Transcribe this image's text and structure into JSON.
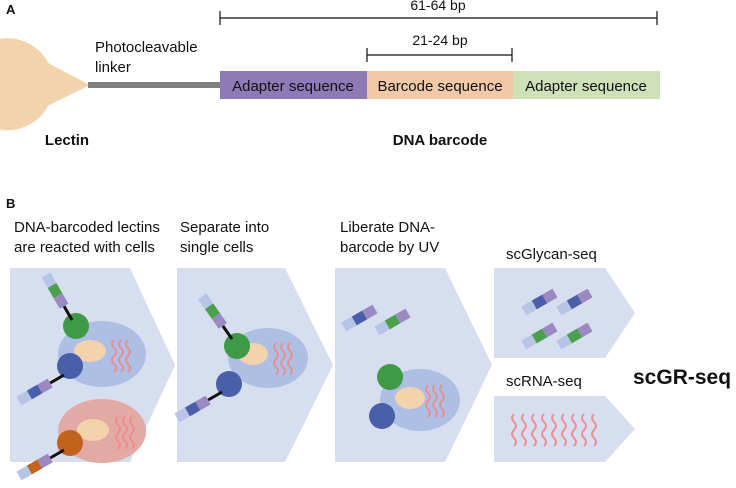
{
  "panel_a": {
    "label": "A",
    "span_outer": "61-64 bp",
    "span_inner": "21-24 bp",
    "linker_line1": "Photocleavable",
    "linker_line2": "linker",
    "lectin_label": "Lectin",
    "segments": [
      "Adapter sequence",
      "Barcode sequence",
      "Adapter sequence"
    ],
    "dna_label": "DNA barcode"
  },
  "panel_b": {
    "label": "B",
    "step1_line1": "DNA-barcoded lectins",
    "step1_line2": "are reacted with cells",
    "step2_line1": "Separate into",
    "step2_line2": "single cells",
    "step3_line1": "Liberate DNA-",
    "step3_line2": "barcode by UV",
    "glycan_title": "scGlycan-seq",
    "rna_title": "scRNA-seq",
    "result": "scGR-seq"
  },
  "colors": {
    "lectin": "#f3d3ac",
    "adapter": "#8f7ab8",
    "barcode": "#f1c9a7",
    "adapter_right": "#cfe1b8",
    "linker": "#7f7f7f",
    "panel_bg": "#d6deef",
    "cell": "#aebfe4",
    "cell_alt": "#e3a9a4",
    "nucleus": "#f3d3ac",
    "rna": "#ee8c8c",
    "lectin_green": "#3f9a45",
    "lectin_blue": "#4a5fa9",
    "lectin_orange": "#c0631f"
  }
}
